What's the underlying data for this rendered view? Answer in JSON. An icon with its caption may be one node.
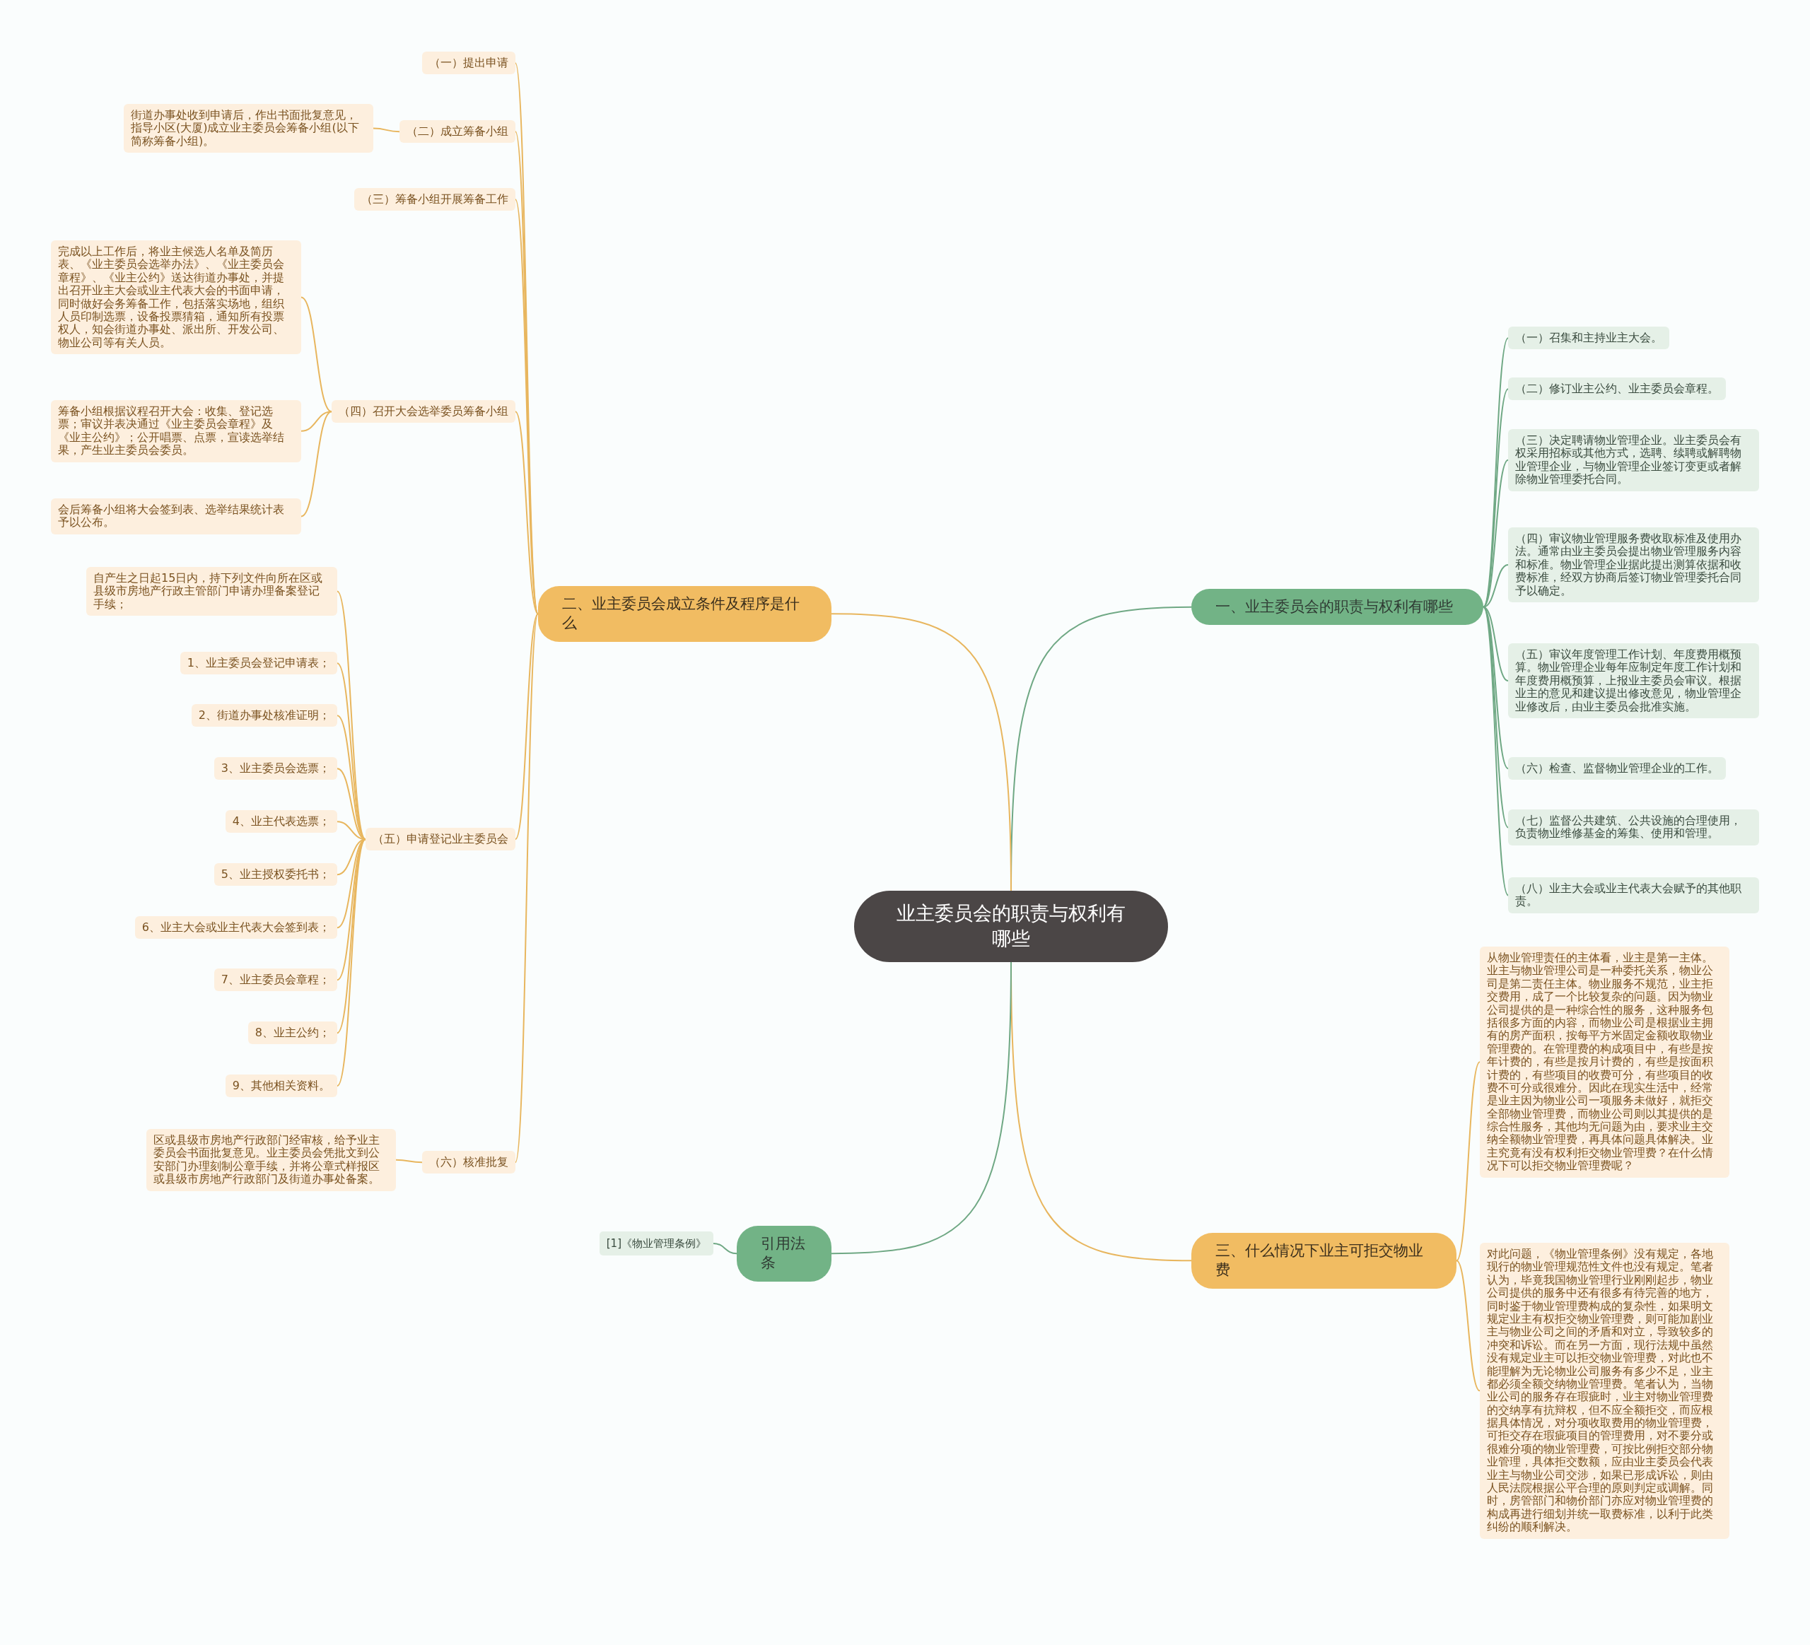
{
  "diagram": {
    "nodes": [
      {
        "text": [
          "业主委员会的职责与权利有哪些"
        ]
      },
      {
        "text": [
          "一、业主委员会的职责与权利有哪些"
        ]
      },
      {
        "text": [
          "（一）召集和主持业主大会。"
        ]
      },
      {
        "text": [
          "（二）修订业主公约、业主委员会章程。"
        ]
      },
      {
        "text": [
          "（三）决定聘请物业管理企业。业主委员会有权采用招标或其他方式，选聘、续聘或解聘物业管理企业，与物业管理企业签订变更或者解除物业管理委托合同。"
        ]
      },
      {
        "text": [
          "（四）审议物业管理服务费收取标准及使用办法。通常由业主委员会提出物业管理服务内容和标准。物业管理企业据此提出测算依据和收费标准，经双方协商后签订物业管理委托合同予以确定。"
        ]
      },
      {
        "text": [
          "（五）审议年度管理工作计划、年度费用概预算。物业管理企业每年应制定年度工作计划和年度费用概预算，上报业主委员会审议。根据业主的意见和建议提出修改意见，物业管理企业修改后，由业主委员会批准实施。"
        ]
      },
      {
        "text": [
          "（六）检查、监督物业管理企业的工作。"
        ]
      },
      {
        "text": [
          "（七）监督公共建筑、公共设施的合理使用，负责物业维修基金的筹集、使用和管理。"
        ]
      },
      {
        "text": [
          "（八）业主大会或业主代表大会赋予的其他职责。"
        ]
      },
      {
        "text": [
          "三、什么情况下业主可拒交物业费"
        ]
      },
      {
        "text": [
          "从物业管理责任的主体看，业主是第一主体。业主与物业管理公司是一种委托关系，物业公司是第二责任主体。物业服务不规范，业主拒交费用，成了一个比较复杂的问题。因为物业公司提供的是一种综合性的服务，这种服务包括很多方面的内容，而物业公司是根据业主拥有的房产面积，按每平方米固定金额收取物业管理费的。在管理费的构成项目中，有些是按年计费的，有些是按月计费的，有些是按面积计费的，有些项目的收费可分，有些项目的收费不可分或很难分。因此在现实生活中，经常是业主因为物业公司一项服务未做好，就拒交全部物业管理费，而物业公司则以其提供的是综合性服务，其他均无问题为由，要求业主交纳全额物业管理费，再具体问题具体解决。业主究竟有没有权利拒交物业管理费？在什么情况下可以拒交物业管理费呢？"
        ]
      },
      {
        "text": [
          "对此问题，《物业管理条例》没有规定，各地现行的物业管理规范性文件也没有规定。笔者认为，毕竟我国物业管理行业刚刚起步，物业公司提供的服务中还有很多有待完善的地方，同时鉴于物业管理费构成的复杂性，如果明文规定业主有权拒交物业管理费，则可能加剧业主与物业公司之间的矛盾和对立，导致较多的冲突和诉讼。而在另一方面，现行法规中虽然没有规定业主可以拒交物业管理费，对此也不能理解为无论物业公司服务有多少不足，业主都必须全额交纳物业管理费。笔者认为，当物业公司的服务存在瑕疵时，业主对物业管理费的交纳享有抗辩权，但不应全额拒交，而应根据具体情况，对分项收取费用的物业管理费，可拒交存在瑕疵项目的管理费用，对不要分或很难分项的物业管理费，可按比例拒交部分物业管理，具体拒交数额，应由业主委员会代表业主与物业公司交涉，如果已形成诉讼，则由人民法院根据公平合理的原则判定或调解。同时，房管部门和物价部门亦应对物业管理费的构成再进行细划并统一取费标准，以利于此类纠纷的顺利解决。"
        ]
      },
      {
        "text": [
          "引用法条"
        ]
      },
      {
        "text": [
          "[1]《物业管理条例》"
        ]
      },
      {
        "text": [
          "二、业主委员会成立条件及程序是什么"
        ]
      },
      {
        "text": [
          "（一）提出申请"
        ]
      },
      {
        "text": [
          "（二）成立筹备小组"
        ]
      },
      {
        "text": [
          "街道办事处收到申请后，作出书面批复意见，指导小区(大厦)成立业主委员会筹备小组(以下简称筹备小组)。"
        ]
      },
      {
        "text": [
          "（三）筹备小组开展筹备工作"
        ]
      },
      {
        "text": [
          "（四）召开大会选举委员筹备小组"
        ]
      },
      {
        "text": [
          "完成以上工作后，将业主候选人名单及简历表、《业主委员会选举办法》、《业主委员会章程》、《业主公约》送达街道办事处，并提出召开业主大会或业主代表大会的书面申请，同时做好会务筹备工作，包括落实场地，组织人员印制选票，设备投票猜箱，通知所有投票权人，知会街道办事处、派出所、开发公司、物业公司等有关人员。"
        ]
      },
      {
        "text": [
          "筹备小组根据议程召开大会：收集、登记选票；审议并表决通过《业主委员会章程》及《业主公约》；公开唱票、点票，宣读选举结果，产生业主委员会委员。"
        ]
      },
      {
        "text": [
          "会后筹备小组将大会签到表、选举结果统计表予以公布。"
        ]
      },
      {
        "text": [
          "（五）申请登记业主委员会"
        ]
      },
      {
        "text": [
          "自产生之日起15日内，持下列文件向所在区或县级市房地产行政主管部门申请办理备案登记手续；"
        ]
      },
      {
        "text": [
          "1、业主委员会登记申请表；"
        ]
      },
      {
        "text": [
          "2、街道办事处核准证明；"
        ]
      },
      {
        "text": [
          "3、业主委员会选票；"
        ]
      },
      {
        "text": [
          "4、业主代表选票；"
        ]
      },
      {
        "text": [
          "5、业主授权委托书；"
        ]
      },
      {
        "text": [
          "6、业主大会或业主代表大会签到表；"
        ]
      },
      {
        "text": [
          "7、业主委员会章程；"
        ]
      },
      {
        "text": [
          "8、业主公约；"
        ]
      },
      {
        "text": [
          "9、其他相关资料。"
        ]
      },
      {
        "text": [
          "（六）核准批复"
        ]
      },
      {
        "text": [
          "区或县级市房地产行政部门经审核，给予业主委员会书面批复意见。业主委员会凭批文到公安部门办理刻制公章手续，并将公章式样报区或县级市房地产行政部门及街道办事处备案。"
        ]
      }
    ],
    "edges": [
      {
        "from": 0,
        "to": 1,
        "arrow": "none",
        "color": "#6fa884"
      },
      {
        "from": 1,
        "to": 2,
        "arrow": "none",
        "color": "#6fa884"
      },
      {
        "from": 1,
        "to": 3,
        "arrow": "none",
        "color": "#6fa884"
      },
      {
        "from": 1,
        "to": 4,
        "arrow": "none",
        "color": "#6fa884"
      },
      {
        "from": 1,
        "to": 5,
        "arrow": "none",
        "color": "#6fa884"
      },
      {
        "from": 1,
        "to": 6,
        "arrow": "none",
        "color": "#6fa884"
      },
      {
        "from": 1,
        "to": 7,
        "arrow": "none",
        "color": "#6fa884"
      },
      {
        "from": 1,
        "to": 8,
        "arrow": "none",
        "color": "#6fa884"
      },
      {
        "from": 1,
        "to": 9,
        "arrow": "none",
        "color": "#6fa884"
      },
      {
        "from": 0,
        "to": 10,
        "arrow": "none"
      },
      {
        "from": 10,
        "to": 11,
        "arrow": "none"
      },
      {
        "from": 10,
        "to": 12,
        "arrow": "none"
      },
      {
        "from": 0,
        "to": 13,
        "arrow": "none",
        "color": "#6fa884"
      },
      {
        "from": 13,
        "to": 14,
        "arrow": "none",
        "color": "#6fa884"
      },
      {
        "from": 0,
        "to": 15,
        "arrow": "none"
      },
      {
        "from": 15,
        "to": 16,
        "arrow": "none"
      },
      {
        "from": 15,
        "to": 17,
        "arrow": "none"
      },
      {
        "from": 17,
        "to": 18,
        "arrow": "none"
      },
      {
        "from": 15,
        "to": 19,
        "arrow": "none"
      },
      {
        "from": 15,
        "to": 20,
        "arrow": "none"
      },
      {
        "from": 20,
        "to": 21,
        "arrow": "none"
      },
      {
        "from": 20,
        "to": 22,
        "arrow": "none"
      },
      {
        "from": 20,
        "to": 23,
        "arrow": "none"
      },
      {
        "from": 15,
        "to": 24,
        "arrow": "none"
      },
      {
        "from": 24,
        "to": 25,
        "arrow": "none"
      },
      {
        "from": 24,
        "to": 26,
        "arrow": "none"
      },
      {
        "from": 24,
        "to": 27,
        "arrow": "none"
      },
      {
        "from": 24,
        "to": 28,
        "arrow": "none"
      },
      {
        "from": 24,
        "to": 29,
        "arrow": "none"
      },
      {
        "from": 24,
        "to": 30,
        "arrow": "none"
      },
      {
        "from": 24,
        "to": 31,
        "arrow": "none"
      },
      {
        "from": 24,
        "to": 32,
        "arrow": "none"
      },
      {
        "from": 24,
        "to": 33,
        "arrow": "none"
      },
      {
        "from": 24,
        "to": 34,
        "arrow": "none"
      },
      {
        "from": 15,
        "to": 35,
        "arrow": "none"
      },
      {
        "from": 35,
        "to": 36,
        "arrow": "none"
      }
    ]
  }
}
